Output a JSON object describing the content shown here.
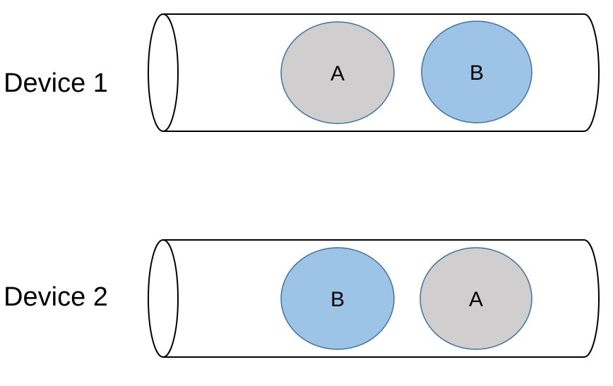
{
  "page": {
    "background": "#ffffff"
  },
  "diagram": {
    "devices": [
      {
        "label": "Device 1",
        "slots": [
          {
            "label": "A",
            "fill": "#d0cece",
            "stroke": "#41719c"
          },
          {
            "label": "B",
            "fill": "#9dc3e6",
            "stroke": "#41719c"
          }
        ]
      },
      {
        "label": "Device 2",
        "slots": [
          {
            "label": "B",
            "fill": "#9dc3e6",
            "stroke": "#41719c"
          },
          {
            "label": "A",
            "fill": "#d0cece",
            "stroke": "#41719c"
          }
        ]
      }
    ],
    "colors": {
      "outline": "#000000",
      "text": "#000000",
      "gray_fill": "#d0cece",
      "blue_fill": "#9dc3e6",
      "circle_stroke": "#41719c"
    }
  }
}
